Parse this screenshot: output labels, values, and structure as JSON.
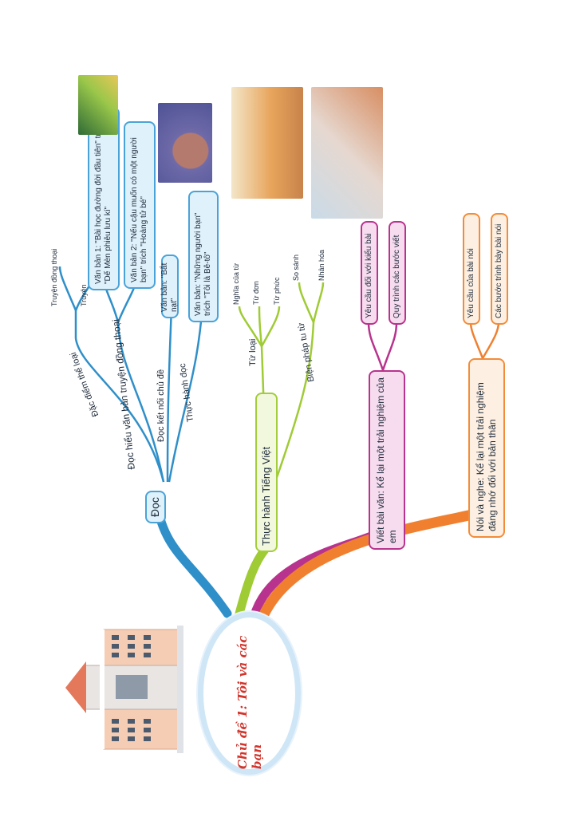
{
  "center": {
    "title": "Chủ đề 1: Tôi và các bạn"
  },
  "branches": {
    "doc": {
      "label": "Đọc",
      "sub": {
        "doc_hieu": "Đọc hiểu văn bản truyện đồng thoại",
        "dac_diem": "Đặc điểm thể loại",
        "truyen_dong_thoai": "Truyện đồng thoại",
        "truyen": "Truyện",
        "van_ban_1": "Văn bản 1: \"Bài học đường đời đầu tiên\" trích \"Dế Mèn phiêu lưu kí\"",
        "van_ban_2": "Văn bản 2: \"Nếu cậu muốn có một người bạn\" trích \"Hoàng tử bé\"",
        "doc_ket_noi": "Đọc kết nối chủ đề",
        "bat_nat": "Văn bản: \"Bắt nạt\"",
        "thuc_hanh_doc": "Thực hành đọc",
        "nhung_nguoi_ban": "Văn bản: \"Những người bạn\" trích \"Tôi là Bê-tô\""
      }
    },
    "tieng_viet": {
      "label": "Thực hành Tiếng Việt",
      "sub": {
        "tu_loai": "Từ loại",
        "nghia_cua_tu": "Nghĩa của từ",
        "tu_don": "Từ đơn",
        "tu_phuc": "Từ phức",
        "bien_phap": "Biện pháp tu từ",
        "so_sanh": "So sánh",
        "nhan_hoa": "Nhân hóa"
      }
    },
    "viet": {
      "label": "Viết bài văn: Kể lại một trải nghiệm của em",
      "sub": {
        "yeu_cau": "Yêu cầu đối với kiểu bài",
        "quy_trinh": "Quy trình các bước viết"
      }
    },
    "noi_nghe": {
      "label": "Nói và nghe: Kể lại một trải nghiệm đáng nhớ đối với bản thân",
      "sub": {
        "yeu_cau_bai_noi": "Yêu cầu của bài nói",
        "cac_buoc": "Các bước trình bày bài nói"
      }
    }
  },
  "colors": {
    "doc": "#2f8fc9",
    "tieng_viet": "#9fcb35",
    "viet": "#b8338d",
    "noi_nghe": "#f08030",
    "title": "#d2352c"
  }
}
